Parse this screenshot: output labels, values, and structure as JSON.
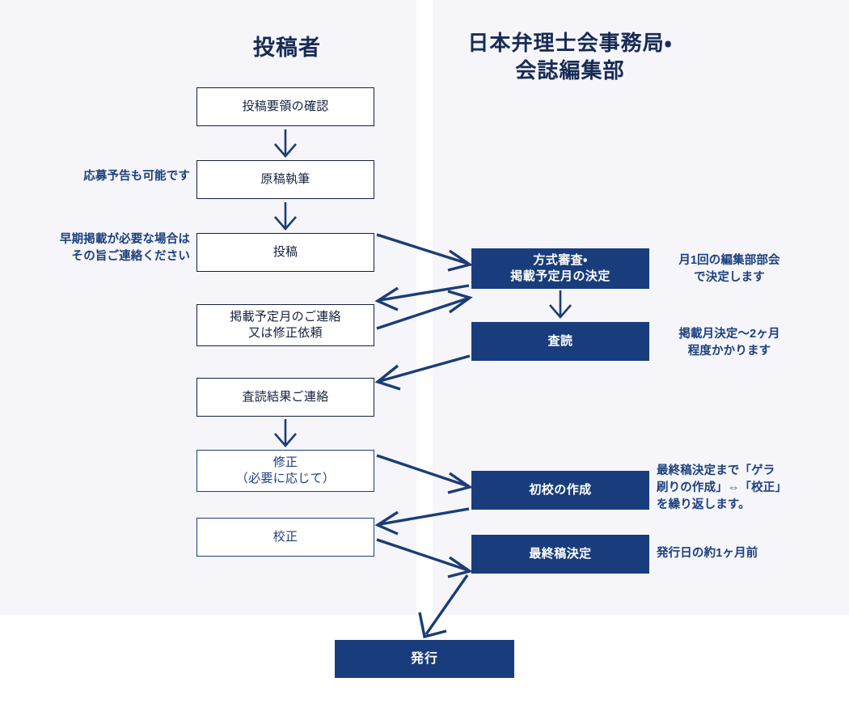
{
  "diagram": {
    "title_left": "投稿者",
    "title_right": "日本弁理士会事務局・\n会誌編集部",
    "bottom_box": "発行",
    "author_steps": [
      {
        "label": "投稿要領の確認"
      },
      {
        "label": "原稿執筆"
      },
      {
        "label": "投稿"
      },
      {
        "label": "掲載予定月のご連絡\n又は修正依頼"
      },
      {
        "label": "査読結果ご連絡"
      },
      {
        "label": "修正\n（必要に応じて）"
      },
      {
        "label": "校正"
      }
    ],
    "office_steps": [
      {
        "label": "方式審査・\n掲載予定月の決定"
      },
      {
        "label": "査読"
      },
      {
        "label": "初校の作成"
      },
      {
        "label": "最終稿決定"
      }
    ],
    "left_notes": [
      {
        "text": "応募予告も可能です"
      },
      {
        "text": "早期掲載が必要な場合は\nその旨ご連絡ください"
      }
    ],
    "right_notes": [
      {
        "text": "月1回の編集部部会\nで決定します"
      },
      {
        "text": "掲載月決定〜2ヶ月\n程度かかります"
      },
      {
        "text": "最終稿決定まで「ゲラ\n刷りの作成」⇔「校正」\nを繰り返します。"
      },
      {
        "text": "発行日の約1ヶ月前"
      }
    ],
    "colors": {
      "panel_bg": "#f5f5fa",
      "page_bg": "#ffffff",
      "navy_fill": "#193d7c",
      "navy_text": "#14223f",
      "blue_text": "#1b3f7e",
      "arrow": "#1c3c75"
    }
  }
}
